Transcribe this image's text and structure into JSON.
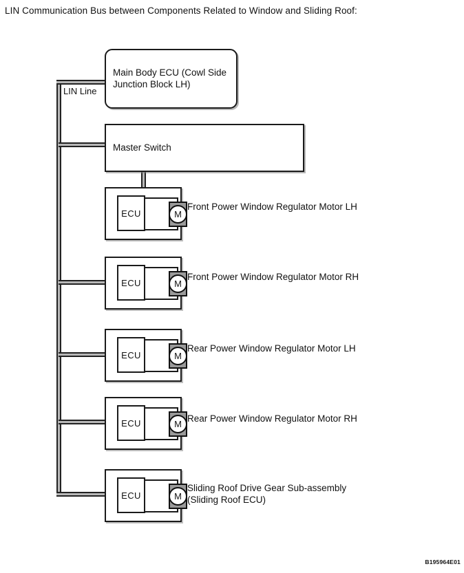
{
  "title": "LIN Communication Bus between Components Related to Window and Sliding Roof:",
  "bus": {
    "label": "LIN Line"
  },
  "nodes": {
    "main_body_ecu": {
      "label": "Main Body ECU (Cowl Side\nJunction Block LH)"
    },
    "master_switch": {
      "label": "Master Switch"
    }
  },
  "units": [
    {
      "ecu_label": "ECU",
      "motor_label": "M",
      "label": "Front Power Window Regulator Motor LH"
    },
    {
      "ecu_label": "ECU",
      "motor_label": "M",
      "label": "Front Power Window Regulator Motor RH"
    },
    {
      "ecu_label": "ECU",
      "motor_label": "M",
      "label": "Rear Power Window Regulator Motor LH"
    },
    {
      "ecu_label": "ECU",
      "motor_label": "M",
      "label": "Rear Power Window Regulator Motor RH"
    },
    {
      "ecu_label": "ECU",
      "motor_label": "M",
      "label": "Sliding Roof Drive Gear Sub-assembly\n(Sliding Roof ECU)"
    }
  ],
  "footer_code": "B195964E01",
  "colors": {
    "ink": "#1a1a1a",
    "bus_fill": "#b8b8b8",
    "motor_fill": "#9a9a9a",
    "background": "#ffffff"
  }
}
